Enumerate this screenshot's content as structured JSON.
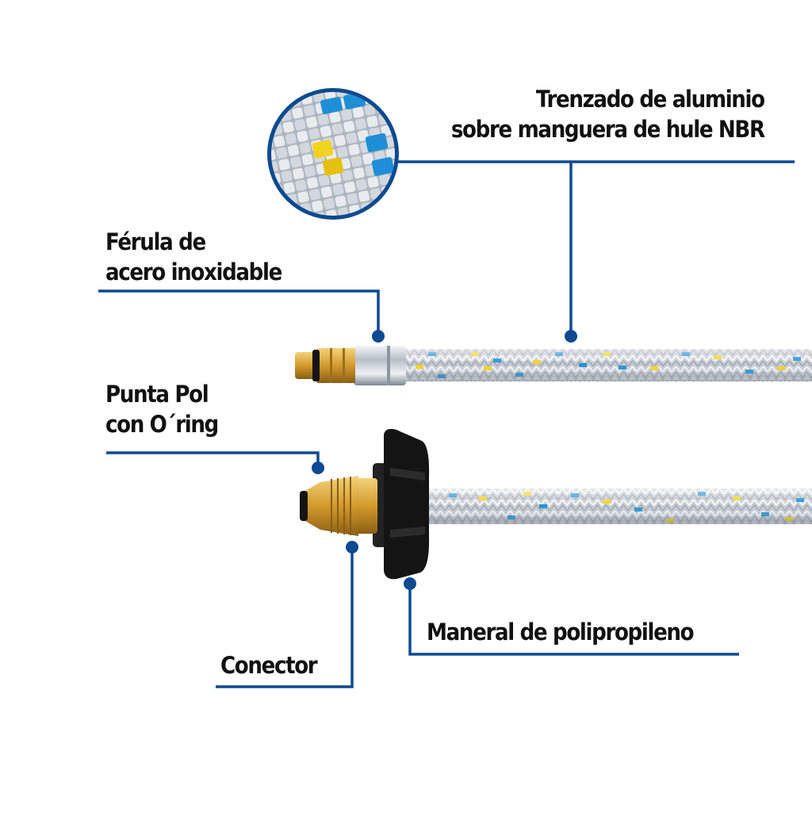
{
  "colors": {
    "leader": "#0d4a91",
    "text": "#111111",
    "braid": "#c9ced4",
    "braid_blue": "#1e8fd6",
    "braid_yellow": "#f1d320",
    "brass": "#d6a53a",
    "knob": "#141414"
  },
  "callouts": {
    "trenzado": {
      "line1": "Trenzado de aluminio",
      "line2": "sobre manguera de hule NBR"
    },
    "ferula": {
      "line1": "Férula de",
      "line2": "acero inoxidable"
    },
    "punta": {
      "line1": "Punta Pol",
      "line2": "con O´ring"
    },
    "conector": {
      "text": "Conector"
    },
    "maneral": {
      "text": "Maneral de polipropileno"
    }
  }
}
